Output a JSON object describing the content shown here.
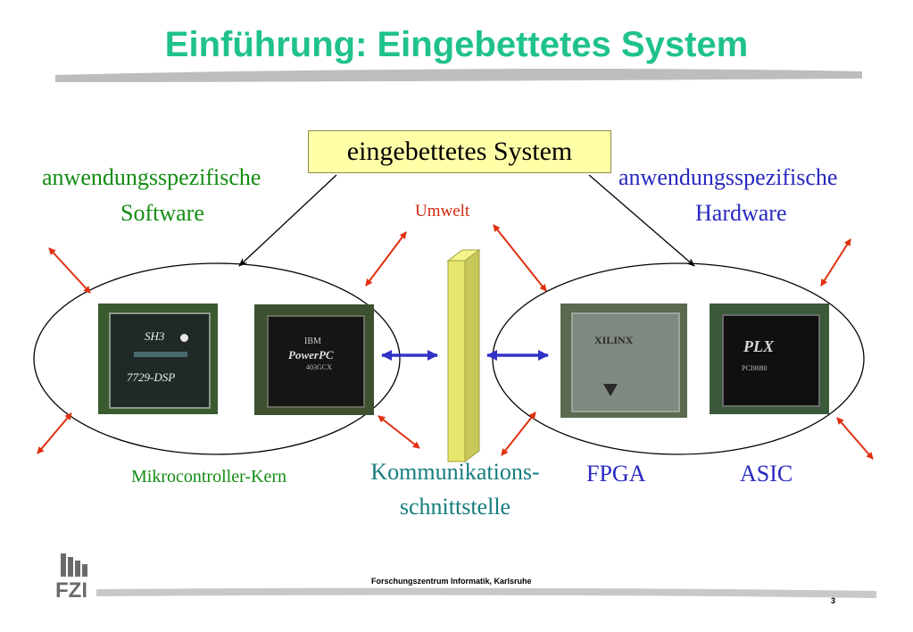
{
  "title": "Einführung: Eingebettetes System",
  "diagram": {
    "system_label": "eingebettetes System",
    "software_label_line1": "anwendungsspezifische",
    "software_label_line2": "Software",
    "hardware_label_line1": "anwendungsspezifische",
    "hardware_label_line2": "Hardware",
    "environment_label": "Umwelt",
    "microcontroller_label": "Mikrocontroller-Kern",
    "interface_label_line1": "Kommunikations-",
    "interface_label_line2": "schnittstelle",
    "fpga_label": "FPGA",
    "asic_label": "ASIC",
    "chips": {
      "sh3_line1": "SH3",
      "sh3_line2": "7729-DSP",
      "powerpc_brand": "IBM",
      "powerpc_logo": "PowerPC",
      "powerpc_model": "403GCX",
      "xilinx_logo": "XILINX",
      "plx_logo": "PLX",
      "plx_model": "PCI9080"
    }
  },
  "footer": {
    "org": "Forschungszentrum Informatik, Karlsruhe",
    "logo_text": "FZI",
    "page_number": "3"
  },
  "colors": {
    "title": "#1fc28a",
    "software": "#128c12",
    "hardware": "#2828c0",
    "interface": "#157d7d",
    "environment_arrows": "#e03010",
    "link_arrows": "#3232c8",
    "system_box": "#ffffa8"
  }
}
